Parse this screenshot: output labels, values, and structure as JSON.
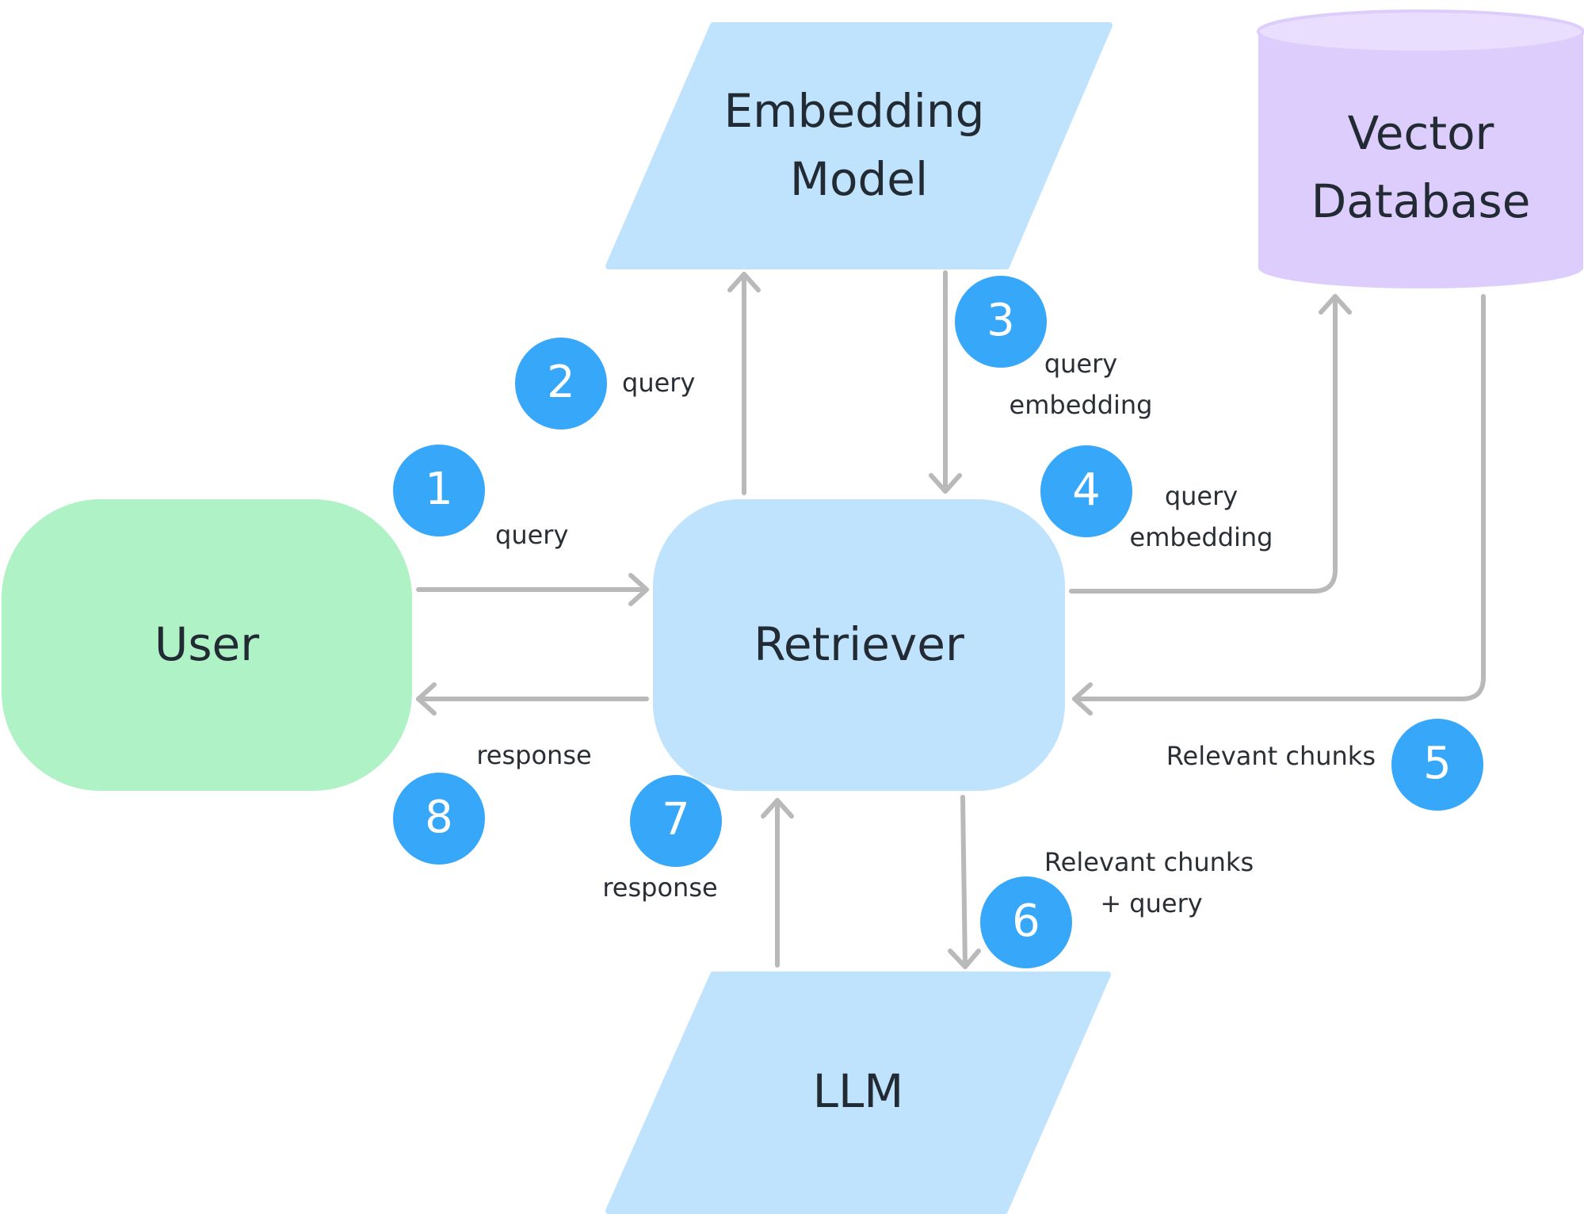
{
  "colors": {
    "user_fill": "#aef2c5",
    "blue_fill": "#bfe3fd",
    "purple_fill": "#dccdfd",
    "badge_fill": "#36a7f9",
    "arrow": "#b9b9b9"
  },
  "nodes": {
    "user": {
      "label": "User"
    },
    "retriever": {
      "label": "Retriever"
    },
    "embedding_model": {
      "line1": "Embedding",
      "line2": "Model"
    },
    "vector_database": {
      "line1": "Vector",
      "line2": "Database"
    },
    "llm": {
      "label": "LLM"
    }
  },
  "steps": [
    {
      "number": "1",
      "label_lines": [
        "query"
      ]
    },
    {
      "number": "2",
      "label_lines": [
        "query"
      ]
    },
    {
      "number": "3",
      "label_lines": [
        "query",
        "embedding"
      ]
    },
    {
      "number": "4",
      "label_lines": [
        "query",
        "embedding"
      ]
    },
    {
      "number": "5",
      "label_lines": [
        "Relevant chunks"
      ]
    },
    {
      "number": "6",
      "label_lines": [
        "Relevant chunks",
        "+ query"
      ]
    },
    {
      "number": "7",
      "label_lines": [
        "response"
      ]
    },
    {
      "number": "8",
      "label_lines": [
        "response"
      ]
    }
  ]
}
